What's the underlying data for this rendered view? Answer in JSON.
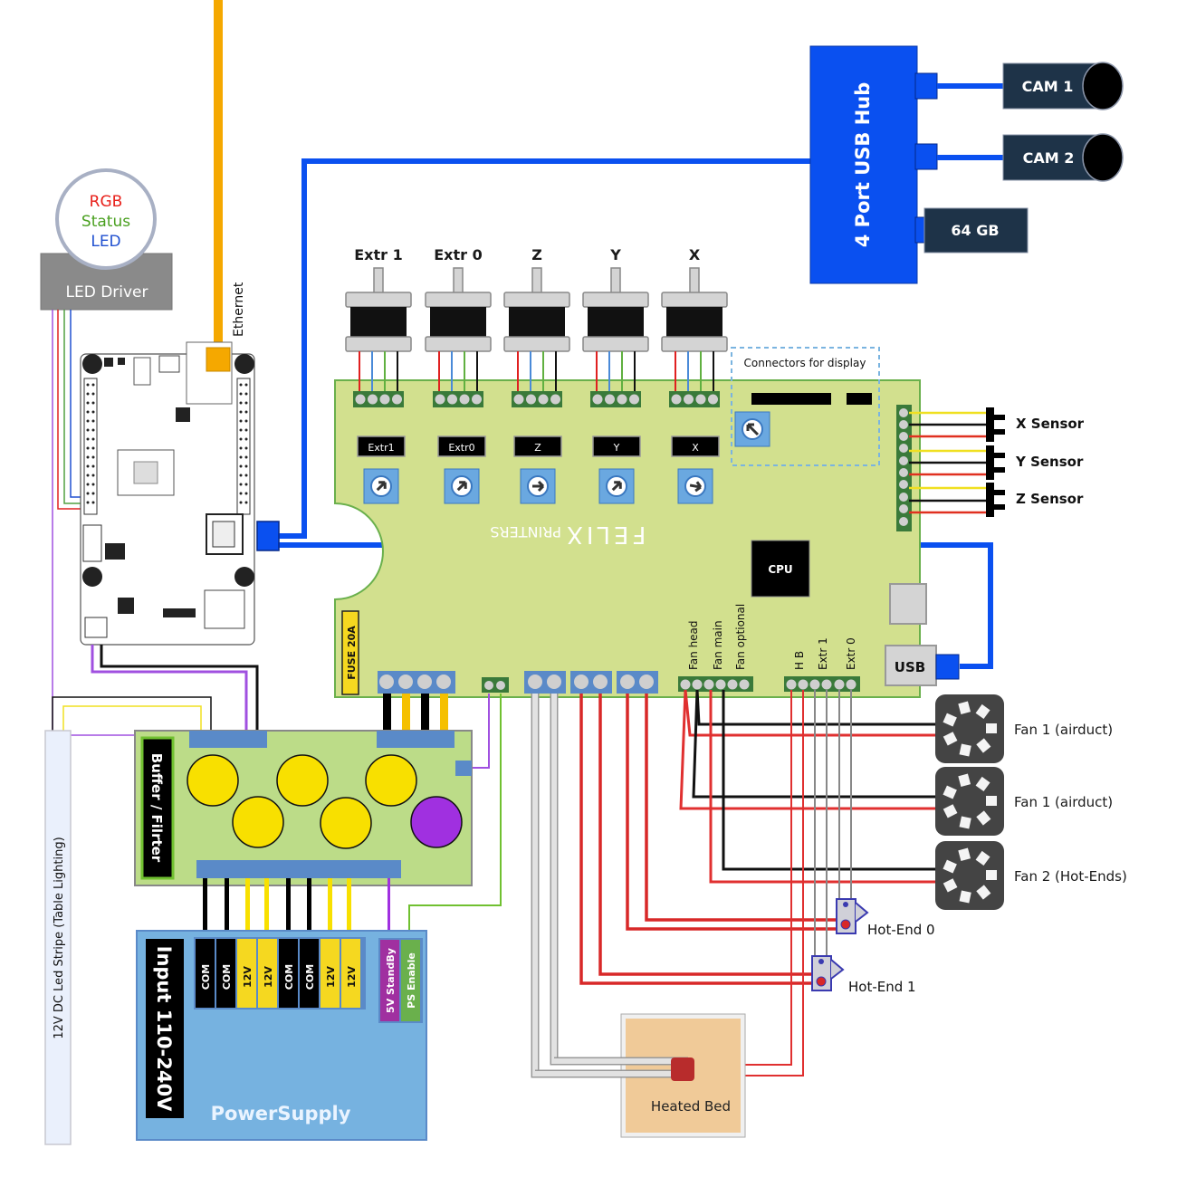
{
  "led": {
    "rgb": "RGB",
    "status": "Status",
    "led": "LED",
    "driver": "LED Driver",
    "colors": {
      "rgb": "#e8201a",
      "status": "#4aa020",
      "led": "#2050d0"
    }
  },
  "ethernet_label": "Ethernet",
  "usb_hub": {
    "label": "4 Port USB Hub",
    "color": "#0a50f0",
    "devices": [
      "CAM 1",
      "CAM 2",
      "64 GB"
    ]
  },
  "motors": [
    "Extr 1",
    "Extr 0",
    "Z",
    "Y",
    "X"
  ],
  "drivers": [
    "Extr1",
    "Extr0",
    "Z",
    "Y",
    "X"
  ],
  "display_connectors_label": "Connectors for display",
  "sensors": [
    "X Sensor",
    "Y Sensor",
    "Z Sensor"
  ],
  "board": {
    "brand_main": "FELIX",
    "brand_sub": "PRINTERS",
    "cpu": "CPU",
    "usb": "USB",
    "fuse": "FUSE 20A",
    "fan_headers": [
      "Fan head",
      "Fan main",
      "Fan optional"
    ],
    "heater_headers": [
      "H B",
      "Extr 1",
      "Extr 0"
    ]
  },
  "fans": [
    "Fan 1 (airduct)",
    "Fan 1 (airduct)",
    "Fan 2 (Hot-Ends)"
  ],
  "hotends": [
    "Hot-End 0",
    "Hot-End 1"
  ],
  "heated_bed": "Heated Bed",
  "buffer_label": "Buffer / Filrter",
  "power_supply": {
    "label": "PowerSupply",
    "input": "Input 110-240V",
    "terminals": [
      "COM",
      "COM",
      "12V",
      "12V",
      "COM",
      "COM",
      "12V",
      "12V"
    ],
    "standby": "5V StandBy",
    "enable": "PS Enable"
  },
  "led_stripe": "12V DC Led Stripe (Table Lighting)"
}
